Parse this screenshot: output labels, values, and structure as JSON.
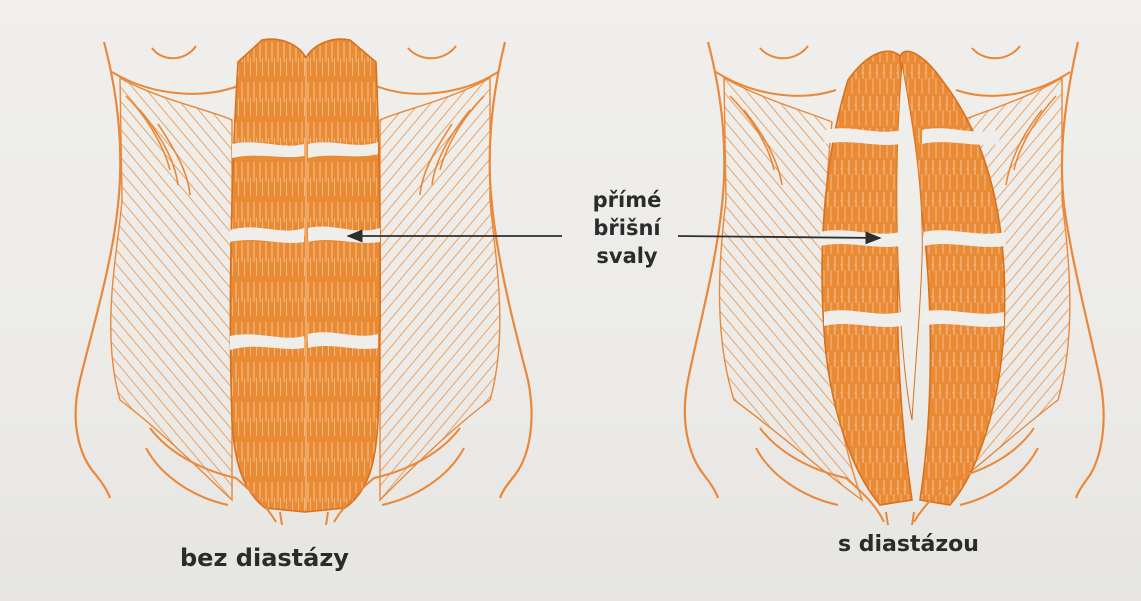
{
  "labels": {
    "muscle_label_lines": [
      "přímé",
      "břišní",
      "svaly"
    ],
    "left_caption": "bez diastázy",
    "right_caption": "s diastázou"
  },
  "colors": {
    "muscle": "#e98a35",
    "muscle_dark": "#d9711c",
    "outline": "#e9883a",
    "arrow": "#2e2e2e",
    "background": "#efeeeb"
  }
}
